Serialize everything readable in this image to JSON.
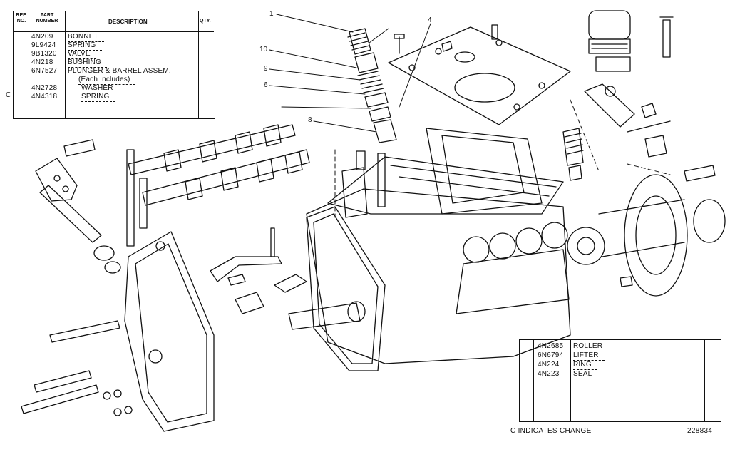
{
  "top_table": {
    "headers": {
      "ref_no": "REF. NO.",
      "part_number": "PART NUMBER",
      "description": "DESCRIPTION",
      "qty": "QTY."
    },
    "rows": [
      {
        "part": "4N209",
        "desc": "BONNET"
      },
      {
        "part": "9L9424",
        "desc": "SPRING"
      },
      {
        "part": "9B1320",
        "desc": "VALVE"
      },
      {
        "part": "4N218",
        "desc": "BUSHING"
      },
      {
        "part": "6N7527",
        "desc": "PLUNGER & BARREL ASSEM."
      },
      {
        "part": "",
        "desc": "(Each Includes)"
      },
      {
        "part": "4N2728",
        "desc": "WASHER"
      },
      {
        "part": "4N4318",
        "desc": "SPRING"
      }
    ],
    "change_mark": "C"
  },
  "bottom_table": {
    "rows": [
      {
        "part": "4N2685",
        "desc": "ROLLER"
      },
      {
        "part": "6N6794",
        "desc": "LIFTER"
      },
      {
        "part": "4N224",
        "desc": "RING"
      },
      {
        "part": "4N223",
        "desc": "SEAL"
      }
    ]
  },
  "callouts": [
    "1",
    "10",
    "9",
    "6",
    "4",
    "8"
  ],
  "footer": {
    "change_note": "C INDICATES CHANGE",
    "illustration_number": "228834"
  }
}
